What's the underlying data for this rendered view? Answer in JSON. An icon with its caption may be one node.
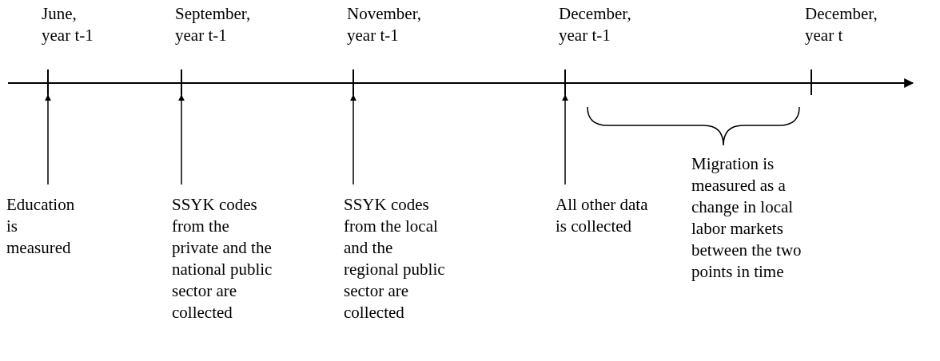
{
  "diagram": {
    "nodes": [
      {
        "text": [
          "Education is measured"
        ]
      },
      {
        "text": [
          "SSYK codes from the private and the national public sector are collected"
        ]
      },
      {
        "text": [
          "SSYK codes from the local and the regional public sector are collected"
        ]
      },
      {
        "text": [
          "All other data is collected"
        ]
      },
      {
        "text": [
          "Migration is measured as a change in local labor markets between the two points in time"
        ]
      },
      {
        "text": [],
        "shape": "bar",
        "beside": [
          "June, year t-1"
        ]
      },
      {
        "text": [],
        "shape": "bar",
        "beside": [
          "September, year t-1"
        ]
      },
      {
        "text": [],
        "shape": "bar",
        "beside": [
          "November, year t-1"
        ]
      },
      {
        "text": [],
        "shape": "bar",
        "beside": [
          "December, year t-1"
        ]
      },
      {
        "text": [],
        "shape": "bar",
        "beside": [
          "December, year t"
        ]
      }
    ],
    "edges": [
      {
        "from": 0,
        "to": 5,
        "arrow": "to"
      },
      {
        "from": 1,
        "to": 6,
        "arrow": "to"
      },
      {
        "from": 2,
        "to": 7,
        "arrow": "to"
      },
      {
        "from": 3,
        "to": 8,
        "arrow": "to"
      }
    ]
  }
}
